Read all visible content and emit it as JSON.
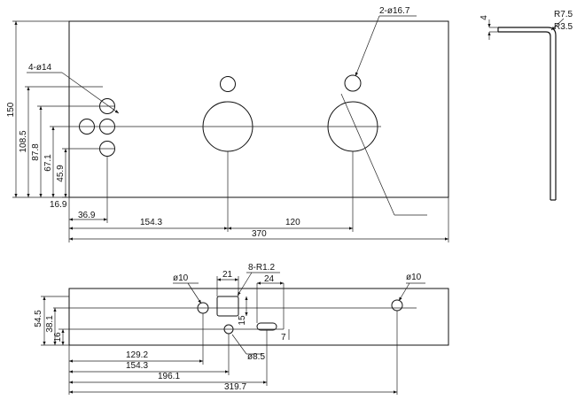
{
  "top_view": {
    "callout_large_holes": "2-ø16.7",
    "callout_small_holes": "4-ø14",
    "dim_height_total": "150",
    "dim_108": "108.5",
    "dim_87": "87.8",
    "dim_67": "67.1",
    "dim_45": "45.9",
    "dim_16": "16.9",
    "dim_36": "36.9",
    "dim_154": "154.3",
    "dim_120": "120",
    "dim_370": "370"
  },
  "side_view": {
    "dim_thickness": "4",
    "radius_outer": "R7.5",
    "radius_inner": "R3.5"
  },
  "bottom_view": {
    "hole_left": "ø10",
    "hole_right": "ø10",
    "dim_21": "21",
    "dim_24": "24",
    "callout_radius": "8-R1.2",
    "dim_15": "15",
    "dim_7": "7",
    "hole_small": "ø8.5",
    "dim_54": "54.5",
    "dim_38": "38.1",
    "dim_16": "16",
    "dim_129": "129.2",
    "dim_154": "154.3",
    "dim_196": "196.1",
    "dim_319": "319.7"
  }
}
